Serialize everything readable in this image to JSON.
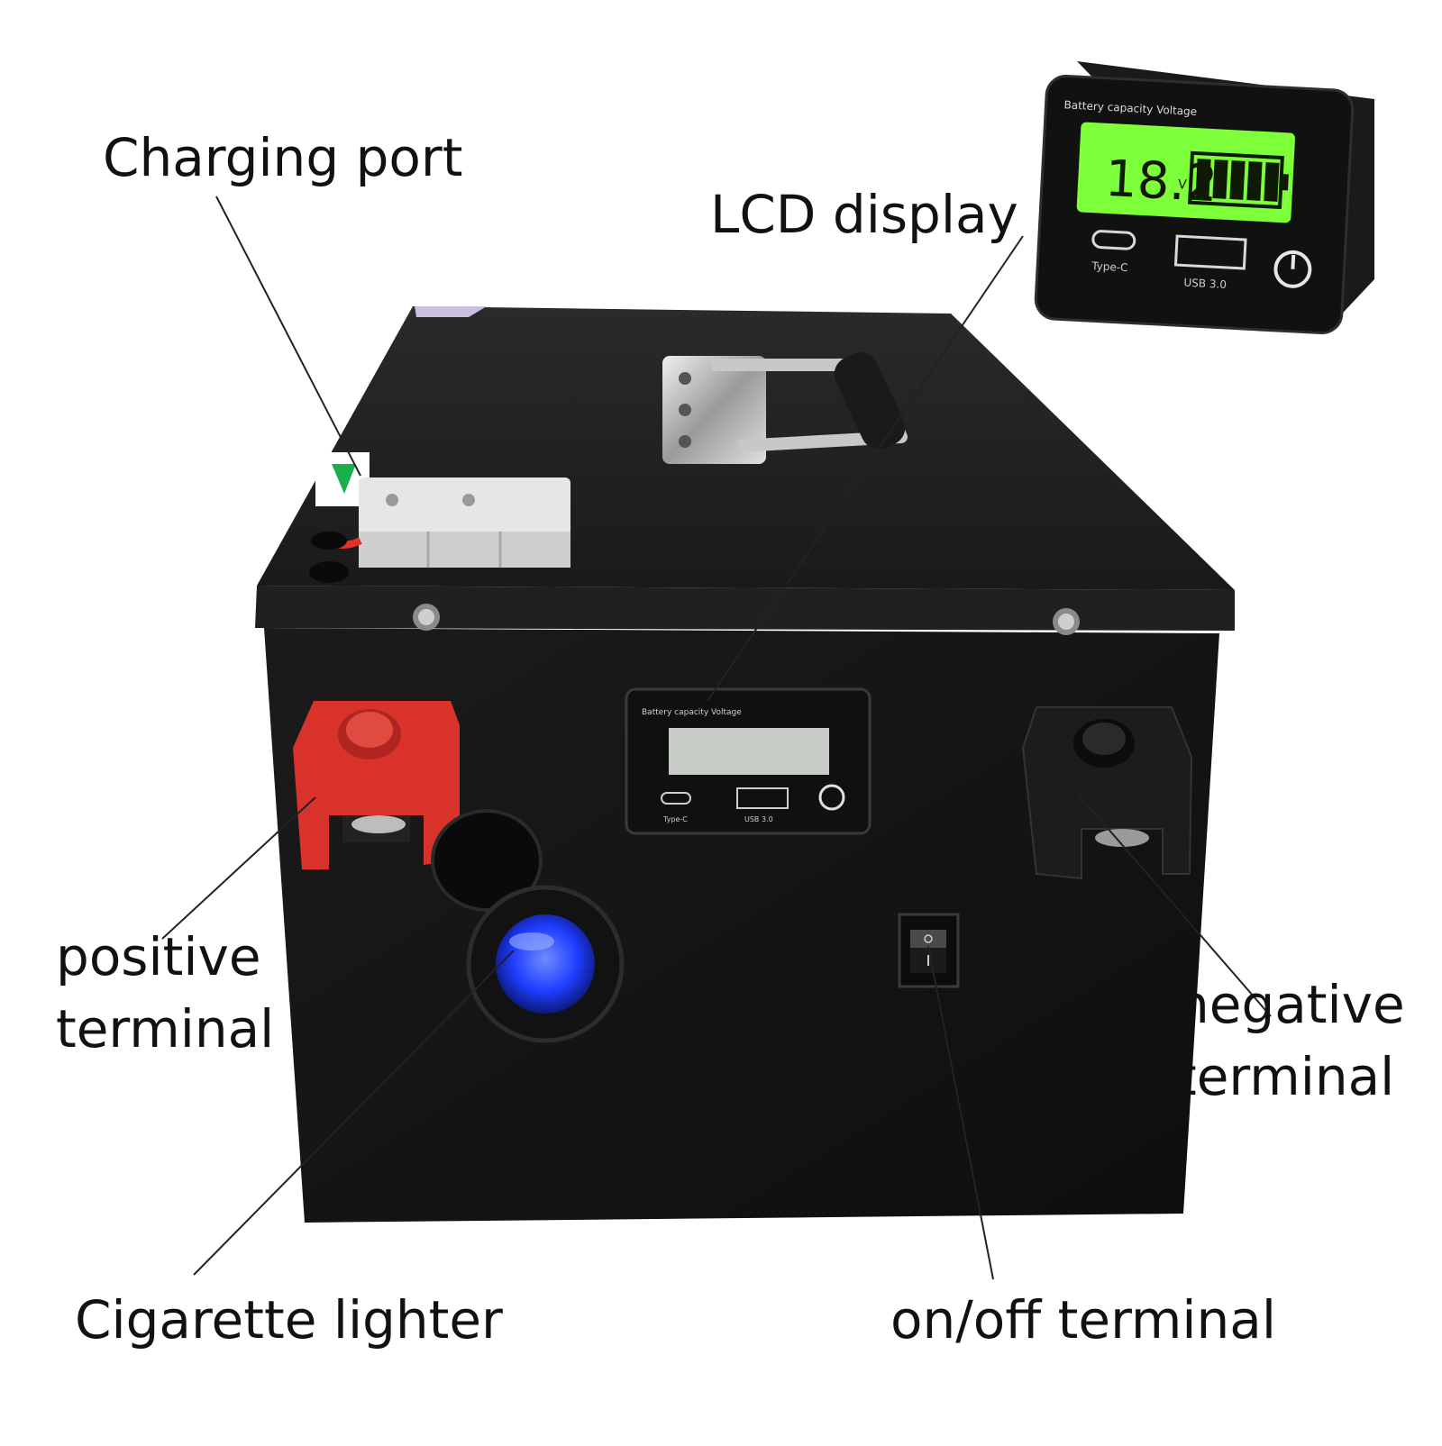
{
  "callouts": {
    "charging_port": "Charging port",
    "lcd_display": "LCD display",
    "positive_terminal": [
      "positive",
      "terminal"
    ],
    "negative_terminal": [
      "negative",
      "terminal"
    ],
    "cigarette_lighter": "Cigarette lighter",
    "on_off_terminal": "on/off terminal"
  },
  "lcd_module": {
    "title": "Battery capacity Voltage",
    "voltage": "18.2",
    "unit": "V",
    "battery_bars": 5,
    "type_c_label": "Type-C",
    "usb_label": "USB 3.0"
  },
  "colors": {
    "battery_body": "#141414",
    "lcd_backlight": "#7dff3a",
    "positive_cap": "#d9322b",
    "negative_cap": "#1c1c1c",
    "lighter_led": "#1f4dff",
    "leader_line": "#222222"
  }
}
